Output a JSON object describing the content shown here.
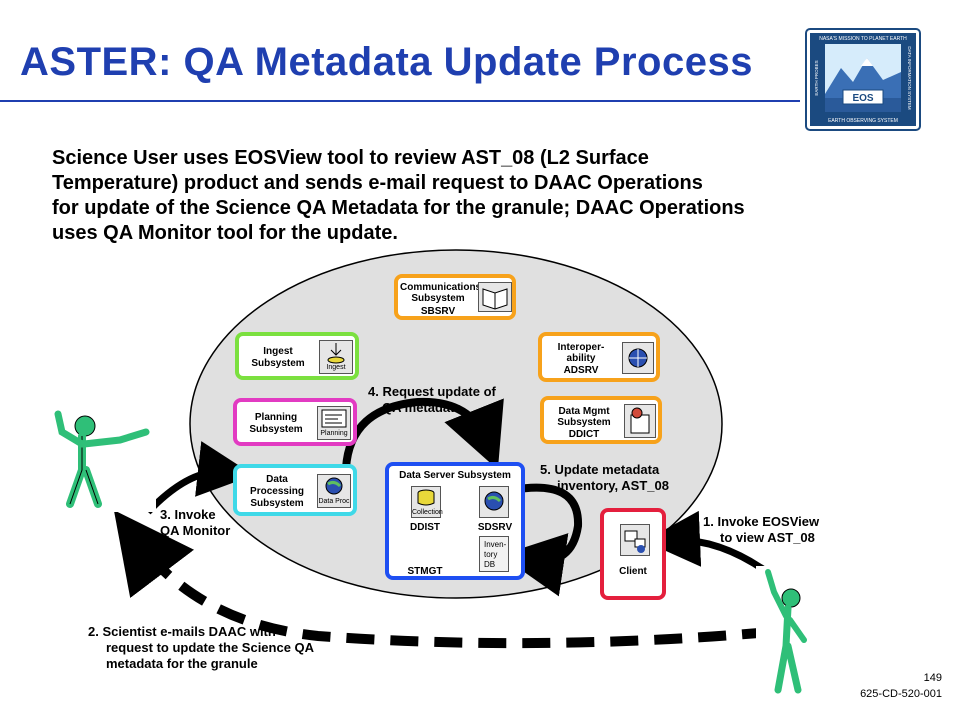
{
  "title": "ASTER:  QA Metadata Update Process",
  "intro": [
    "Science User uses EOSView tool to review AST_08 (L2 Surface",
    "Temperature) product and sends e-mail request to DAAC Operations",
    "for update of the Science QA Metadata for the granule; DAAC Operations",
    "uses QA Monitor tool for the update."
  ],
  "logo": {
    "top_text": "NASA'S MISSION TO PLANET EARTH",
    "badge": "EOS",
    "bottom_text": "EARTH OBSERVING SYSTEM",
    "left_text": "EARTH PROBES",
    "right_text": "DATA INFORMATION SYSTEM"
  },
  "subsystems": {
    "communications": {
      "line1": "Communications",
      "line2": "Subsystem",
      "line3": "SBSRV"
    },
    "ingest": {
      "line1": "Ingest",
      "line2": "Subsystem",
      "icon_caption": "Ingest"
    },
    "planning": {
      "line1": "Planning",
      "line2": "Subsystem",
      "icon_caption": "Planning"
    },
    "data_processing": {
      "line1": "Data",
      "line2": "Processing",
      "line3": "Subsystem",
      "icon_caption": "Data Proc"
    },
    "interoperability": {
      "line1": "Interoper-",
      "line2": "ability",
      "line3": "ADSRV"
    },
    "data_mgmt": {
      "line1": "Data Mgmt",
      "line2": "Subsystem",
      "line3": "DDICT"
    },
    "data_server": {
      "title": "Data Server Subsystem",
      "collection_caption": "Collection",
      "ddist": "DDIST",
      "stmgt": "STMGT",
      "sdsrv": "SDSRV",
      "inventory": [
        "Inven-",
        "tory",
        "DB"
      ]
    },
    "client": {
      "label": "Client"
    }
  },
  "steps": {
    "step1": [
      "1. Invoke EOSView",
      "to view AST_08"
    ],
    "step2": [
      "2. Scientist e-mails DAAC with",
      "request to update the Science QA",
      "metadata for the granule"
    ],
    "step3": [
      "3. Invoke",
      "QA Monitor"
    ],
    "step4": [
      "4. Request update of",
      "QA metadata"
    ],
    "step5": [
      "5. Update metadata",
      "inventory, AST_08"
    ]
  },
  "footer": {
    "page": "149",
    "doc": "625-CD-520-001"
  },
  "colors": {
    "title": "#1f3fb0",
    "communications_border": "#f7a21b",
    "ingest_border": "#7be03f",
    "planning_border": "#e23bc2",
    "data_processing_border": "#3fd9e8",
    "interoperability_border": "#f7a21b",
    "data_mgmt_border": "#f7a21b",
    "data_server_border": "#1e4ff2",
    "client_border": "#e41f3d",
    "ellipse_fill": "#e0e0e0",
    "figure_fill": "#2fbf78"
  }
}
